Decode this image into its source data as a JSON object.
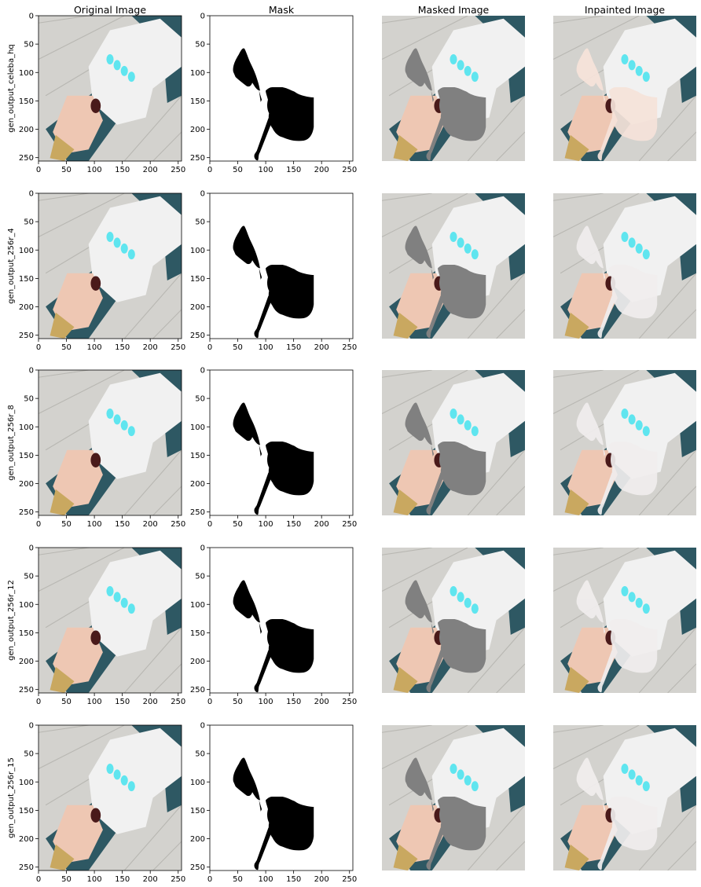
{
  "columns": [
    "Original Image",
    "Mask",
    "Masked Image",
    "Inpainted Image"
  ],
  "rows": [
    "gen_output_celeba_hq",
    "gen_output_256r_4",
    "gen_output_256r_8",
    "gen_output_256r_12",
    "gen_output_256r_15"
  ],
  "x_ticks": [
    "0",
    "50",
    "100",
    "150",
    "200",
    "250"
  ],
  "y_ticks": [
    "0",
    "50",
    "100",
    "150",
    "200",
    "250"
  ],
  "colors": {
    "mask_fill": "#000000",
    "masked_fill": "#808080",
    "shirt_white": "#f2f2f2",
    "seat_teal": "#2f5a66",
    "floor": "#cfcfcc",
    "skin": "#efc9b4",
    "stripe_cyan": "#5fe5ef"
  }
}
